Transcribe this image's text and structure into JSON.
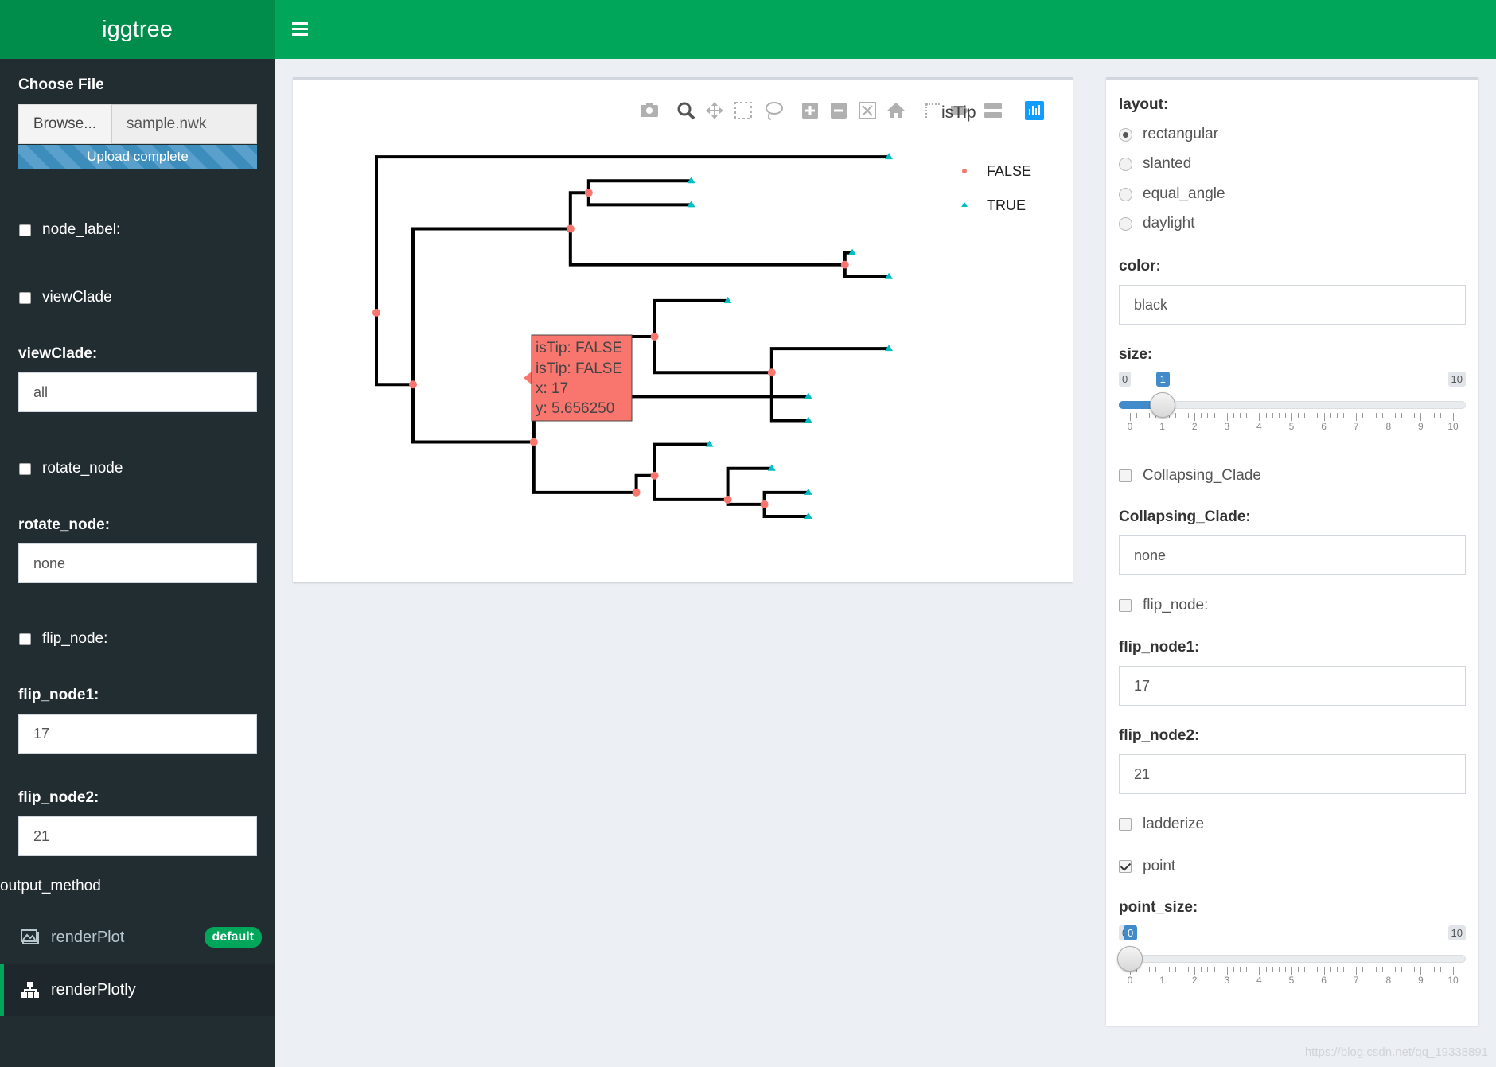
{
  "app": {
    "title": "iggtree"
  },
  "sidebar": {
    "choose_file_label": "Choose File",
    "browse_label": "Browse...",
    "file_name": "sample.nwk",
    "progress_text": "Upload complete",
    "node_label_check": "node_label:",
    "viewclade_check": "viewClade",
    "viewclade_label": "viewClade:",
    "viewclade_value": "all",
    "rotate_node_check": "rotate_node",
    "rotate_node_label": "rotate_node:",
    "rotate_node_value": "none",
    "flip_node_check": "flip_node:",
    "flip_node1_label": "flip_node1:",
    "flip_node1_value": "17",
    "flip_node2_label": "flip_node2:",
    "flip_node2_value": "21",
    "output_method_label": "output_method",
    "menu": [
      {
        "label": "renderPlot",
        "badge": "default",
        "icon": "image-icon",
        "active": false
      },
      {
        "label": "renderPlotly",
        "icon": "sitemap-icon",
        "active": true
      }
    ]
  },
  "plot": {
    "legend_title": "isTip",
    "legend": [
      {
        "label": "FALSE",
        "color": "#f8766d",
        "shape": "circle"
      },
      {
        "label": "TRUE",
        "color": "#00bfc4",
        "shape": "triangle"
      }
    ],
    "toolbar_icons": [
      "camera-icon",
      "zoom-icon",
      "pan-icon",
      "box-select-icon",
      "lasso-icon",
      "zoom-in-icon",
      "zoom-out-icon",
      "autoscale-icon",
      "reset-axes-icon",
      "spike-lines-icon",
      "hover-closest-icon",
      "hover-compare-icon",
      "plotly-logo-icon"
    ],
    "tooltip": {
      "line1": "isTip: FALSE",
      "line2": "isTip: FALSE",
      "line3": "x: 17",
      "line4": "y:  5.656250",
      "color": "#f8766d"
    }
  },
  "chart_data": {
    "type": "tree",
    "layout": "rectangular",
    "nodes": [
      {
        "id": "A",
        "x": 0,
        "y": 8.5,
        "isTip": false
      },
      {
        "id": "T1",
        "x": 14,
        "y": 15,
        "isTip": true
      },
      {
        "id": "B",
        "x": 1,
        "y": 5.5,
        "isTip": false
      },
      {
        "id": "C",
        "x": 5.3,
        "y": 12,
        "isTip": false
      },
      {
        "id": "D",
        "x": 5.8,
        "y": 13.5,
        "isTip": false
      },
      {
        "id": "T2",
        "x": 8.6,
        "y": 14,
        "isTip": true
      },
      {
        "id": "T3",
        "x": 8.6,
        "y": 13,
        "isTip": true
      },
      {
        "id": "E",
        "x": 12.8,
        "y": 10.5,
        "isTip": false
      },
      {
        "id": "T4",
        "x": 13,
        "y": 11,
        "isTip": true
      },
      {
        "id": "T5",
        "x": 14,
        "y": 10,
        "isTip": true
      },
      {
        "id": "F",
        "x": 4.3,
        "y": 3.1,
        "isTip": false
      },
      {
        "id": "G",
        "x": 7.6,
        "y": 7.5,
        "isTip": false
      },
      {
        "id": "T6",
        "x": 9.6,
        "y": 9,
        "isTip": true
      },
      {
        "id": "H",
        "x": 10.8,
        "y": 6,
        "isTip": false
      },
      {
        "id": "T7",
        "x": 14,
        "y": 7,
        "isTip": true
      },
      {
        "id": "T8",
        "x": 11.8,
        "y": 5,
        "isTip": true
      },
      {
        "id": "T9",
        "x": 11.8,
        "y": 4,
        "isTip": true
      },
      {
        "id": "I",
        "x": 7.1,
        "y": 1,
        "isTip": false
      },
      {
        "id": "J",
        "x": 7.6,
        "y": 1.7,
        "isTip": false
      },
      {
        "id": "T10",
        "x": 9.1,
        "y": 3,
        "isTip": true
      },
      {
        "id": "K",
        "x": 9.6,
        "y": 0.7,
        "isTip": false
      },
      {
        "id": "T11",
        "x": 10.8,
        "y": 2,
        "isTip": true
      },
      {
        "id": "L",
        "x": 10.6,
        "y": 0.5,
        "isTip": false
      },
      {
        "id": "T12",
        "x": 11.8,
        "y": 1,
        "isTip": true
      },
      {
        "id": "T13",
        "x": 11.8,
        "y": 0,
        "isTip": true
      }
    ],
    "edges": [
      [
        "A",
        "T1"
      ],
      [
        "A",
        "B"
      ],
      [
        "B",
        "C"
      ],
      [
        "B",
        "F"
      ],
      [
        "C",
        "D"
      ],
      [
        "C",
        "E"
      ],
      [
        "D",
        "T2"
      ],
      [
        "D",
        "T3"
      ],
      [
        "E",
        "T4"
      ],
      [
        "E",
        "T5"
      ],
      [
        "F",
        "G"
      ],
      [
        "F",
        "T8"
      ],
      [
        "F",
        "I"
      ],
      [
        "G",
        "T6"
      ],
      [
        "G",
        "H"
      ],
      [
        "H",
        "T7"
      ],
      [
        "H",
        "T9"
      ],
      [
        "I",
        "J"
      ],
      [
        "J",
        "T10"
      ],
      [
        "J",
        "K"
      ],
      [
        "K",
        "T11"
      ],
      [
        "K",
        "L"
      ],
      [
        "L",
        "T12"
      ],
      [
        "L",
        "T13"
      ]
    ],
    "xlim": [
      -0.5,
      14.5
    ],
    "ylim": [
      -0.5,
      15.5
    ],
    "grid": false,
    "legend_position": "top-right"
  },
  "panel": {
    "layout_label": "layout:",
    "layout_options": [
      "rectangular",
      "slanted",
      "equal_angle",
      "daylight"
    ],
    "layout_selected": 0,
    "color_label": "color:",
    "color_value": "black",
    "size_label": "size:",
    "size": {
      "min": 0,
      "max": 10,
      "value": 1
    },
    "collapsing_check": "Collapsing_Clade",
    "collapsing_label": "Collapsing_Clade:",
    "collapsing_value": "none",
    "flip_node_check": "flip_node:",
    "flip_node1_label": "flip_node1:",
    "flip_node1_value": "17",
    "flip_node2_label": "flip_node2:",
    "flip_node2_value": "21",
    "ladderize_check": "ladderize",
    "point_check": "point",
    "point_size_label": "point_size:",
    "point_size": {
      "min": 0,
      "max": 10,
      "value": 0
    }
  },
  "watermark": "https://blog.csdn.net/qq_19338891"
}
